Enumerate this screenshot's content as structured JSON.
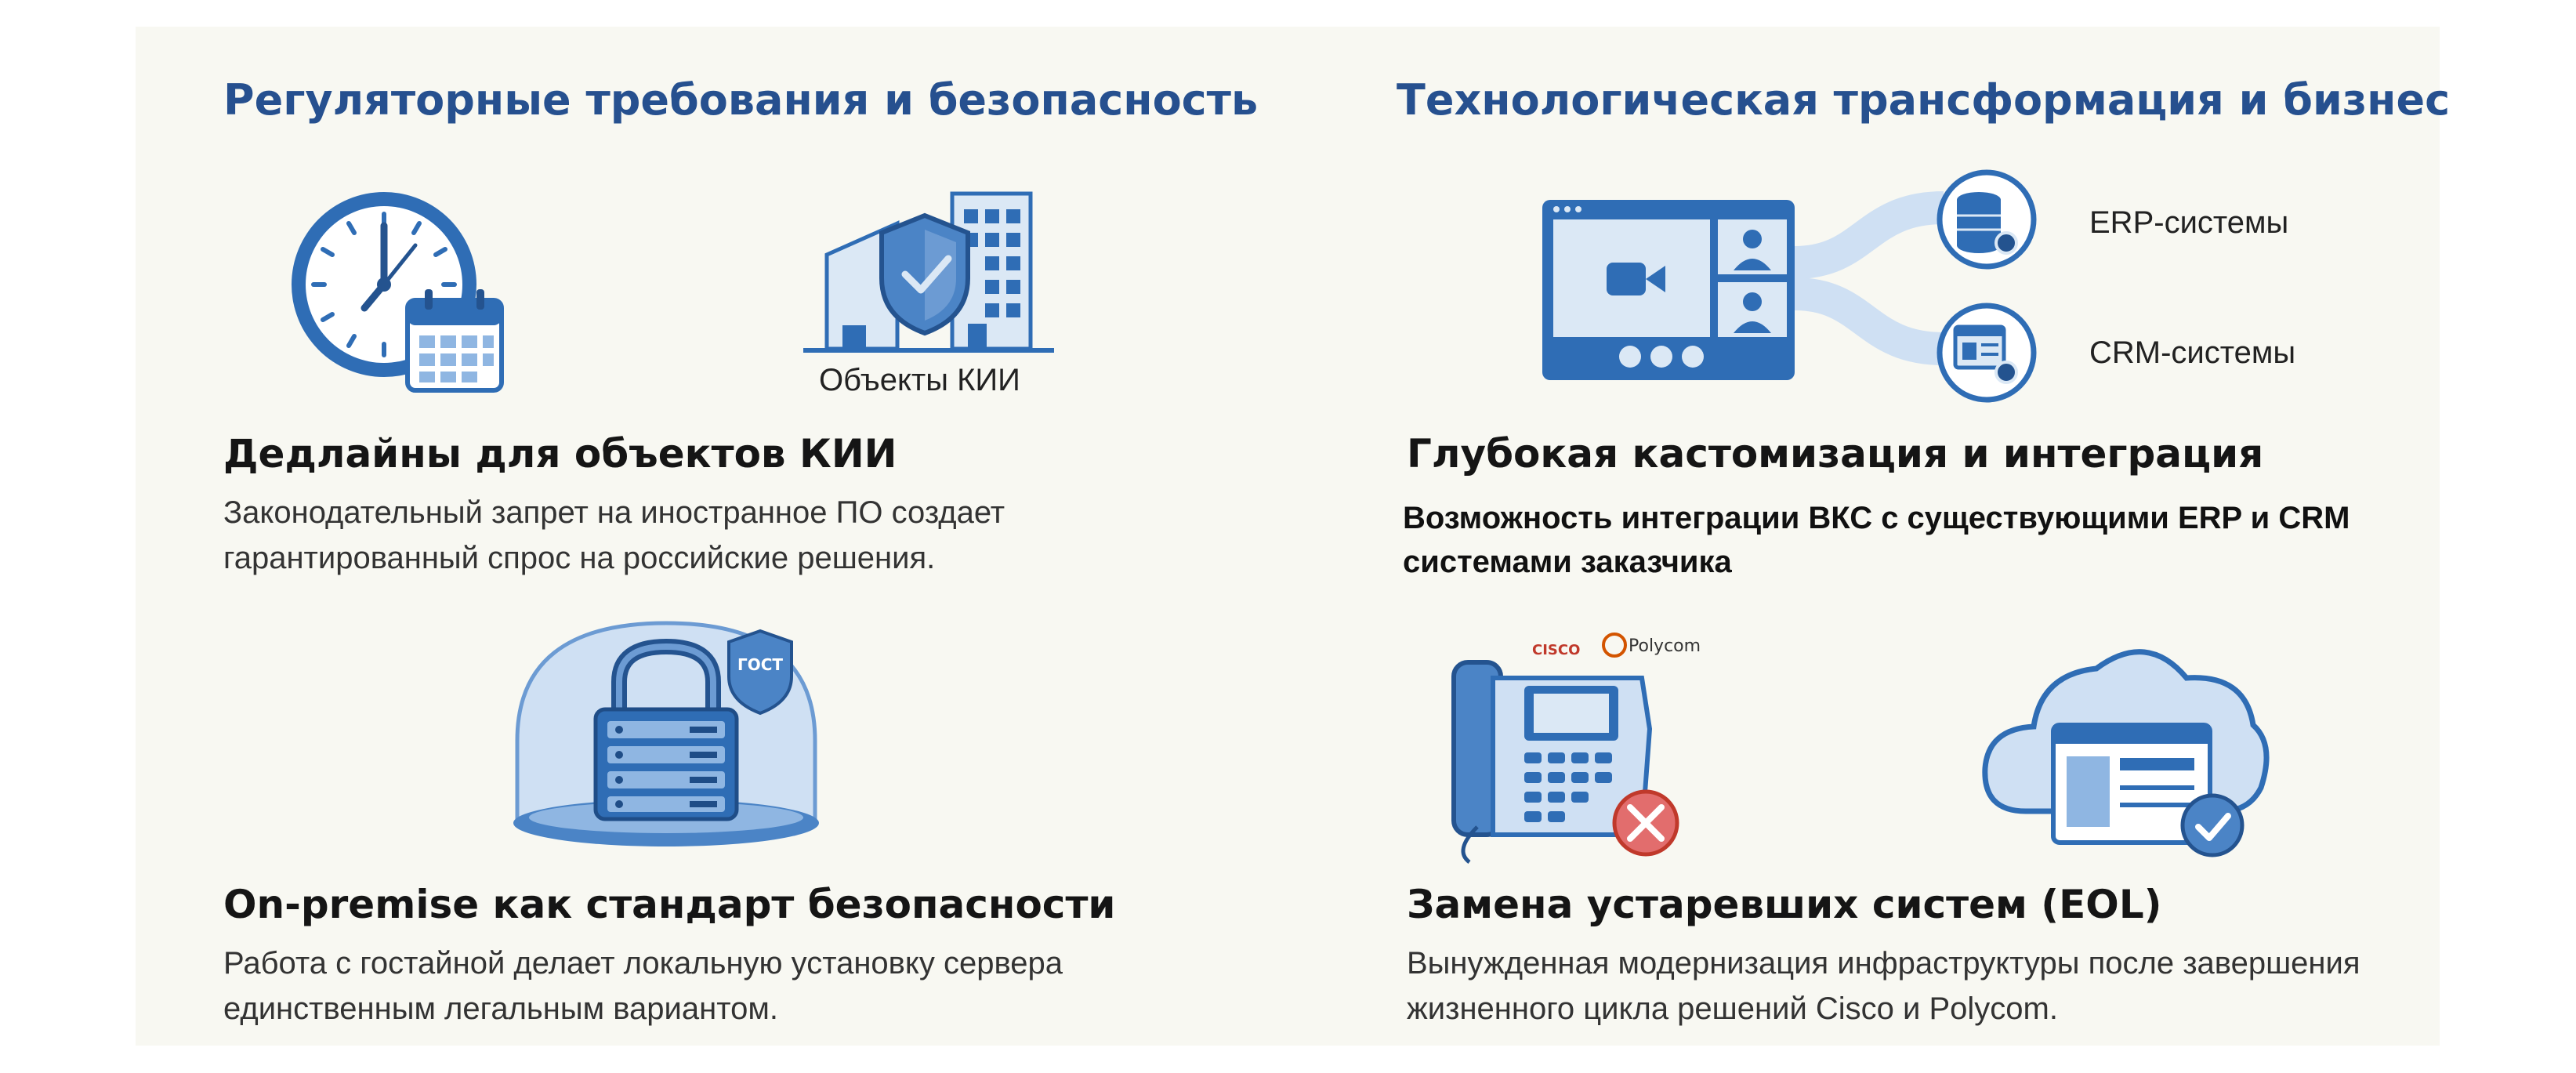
{
  "left": {
    "title": "Регуляторные требования и безопасность",
    "block1": {
      "image_label": "Объекты КИИ",
      "heading": "Дедлайны для объектов КИИ",
      "text": "Законодательный запрет на иностранное ПО создает гарантированный спрос на российские решения."
    },
    "block2": {
      "badge": "ГОСТ",
      "heading": "On-premise как стандарт безопасности",
      "text": "Работа с гостайной делает локальную установку сервера единственным легальным вариантом."
    }
  },
  "right": {
    "title": "Технологическая трансформация и бизнес",
    "block1": {
      "erp_label": "ERP-системы",
      "crm_label": "CRM-системы",
      "heading": "Глубокая кастомизация и интеграция",
      "text": "Возможность интеграции ВКС с существующими ERP и CRM системами заказчика"
    },
    "block2": {
      "brand1": "CISCO",
      "brand2": "Polycom",
      "heading": "Замена устаревших систем (EOL)",
      "text": "Вынужденная модернизация инфраструктуры после завершения жизненного цикла решений Cisco и Polycom."
    }
  },
  "colors": {
    "title_blue": "#26508f",
    "icon_blue": "#2f6db5",
    "icon_light": "#cfe0f3",
    "cross_red": "#e26d6d"
  },
  "icons": [
    "clock-icon",
    "calendar-icon",
    "shield-check-icon",
    "building-icon",
    "lock-icon",
    "server-icon",
    "gost-shield-icon",
    "video-conference-icon",
    "database-icon",
    "gear-icon",
    "crm-window-icon",
    "ip-phone-icon",
    "x-mark-icon",
    "cloud-icon",
    "check-icon"
  ]
}
